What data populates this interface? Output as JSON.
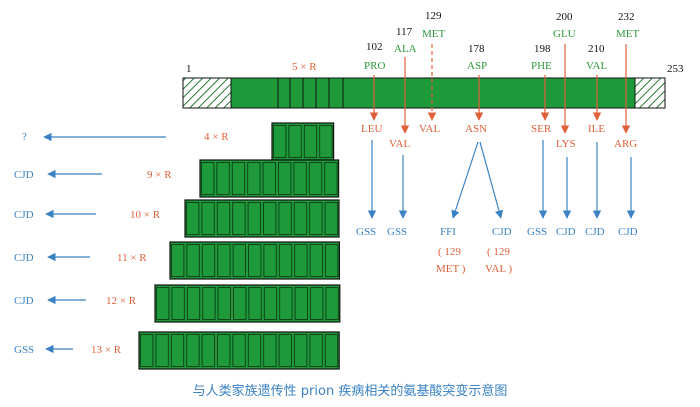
{
  "protein": {
    "start": "1",
    "end": "253",
    "repeat_label": "5 × R"
  },
  "mutations": [
    {
      "pos": "102",
      "wt": "PRO",
      "mut": "LEU",
      "disease": "GSS"
    },
    {
      "pos": "117",
      "wt": "ALA",
      "mut": "VAL",
      "disease": "GSS"
    },
    {
      "pos": "129",
      "wt": "MET",
      "mut": "VAL",
      "disease": ""
    },
    {
      "pos": "178",
      "wt": "ASP",
      "mut": "ASN",
      "disease": ""
    },
    {
      "pos": "198",
      "wt": "PHE",
      "mut": "SER",
      "disease": "GSS"
    },
    {
      "pos": "200",
      "wt": "GLU",
      "mut": "LYS",
      "disease": "CJD"
    },
    {
      "pos": "210",
      "wt": "VAL",
      "mut": "ILE",
      "disease": "CJD"
    },
    {
      "pos": "232",
      "wt": "MET",
      "mut": "ARG",
      "disease": "CJD"
    }
  ],
  "asn_branches": [
    {
      "disease": "FFI",
      "note_a": "( 129",
      "note_b": "MET )"
    },
    {
      "disease": "CJD",
      "note_a": "( 129",
      "note_b": "VAL )"
    }
  ],
  "repeats": [
    {
      "label": "4 × R",
      "disease": "?",
      "boxes": 4
    },
    {
      "label": "9 × R",
      "disease": "CJD",
      "boxes": 9
    },
    {
      "label": "10 × R",
      "disease": "CJD",
      "boxes": 10
    },
    {
      "label": "11 × R",
      "disease": "CJD",
      "boxes": 11
    },
    {
      "label": "12 × R",
      "disease": "CJD",
      "boxes": 12
    },
    {
      "label": "13 × R",
      "disease": "GSS",
      "boxes": 13
    }
  ],
  "caption": "与人类家族遗传性 prion 疾病相关的氨基酸突变示意图",
  "colors": {
    "green": "#1e9a3a",
    "wt_text": "#2e9a3e",
    "mut_text": "#e0603a",
    "blue": "#3a82c4",
    "black": "#111111"
  }
}
